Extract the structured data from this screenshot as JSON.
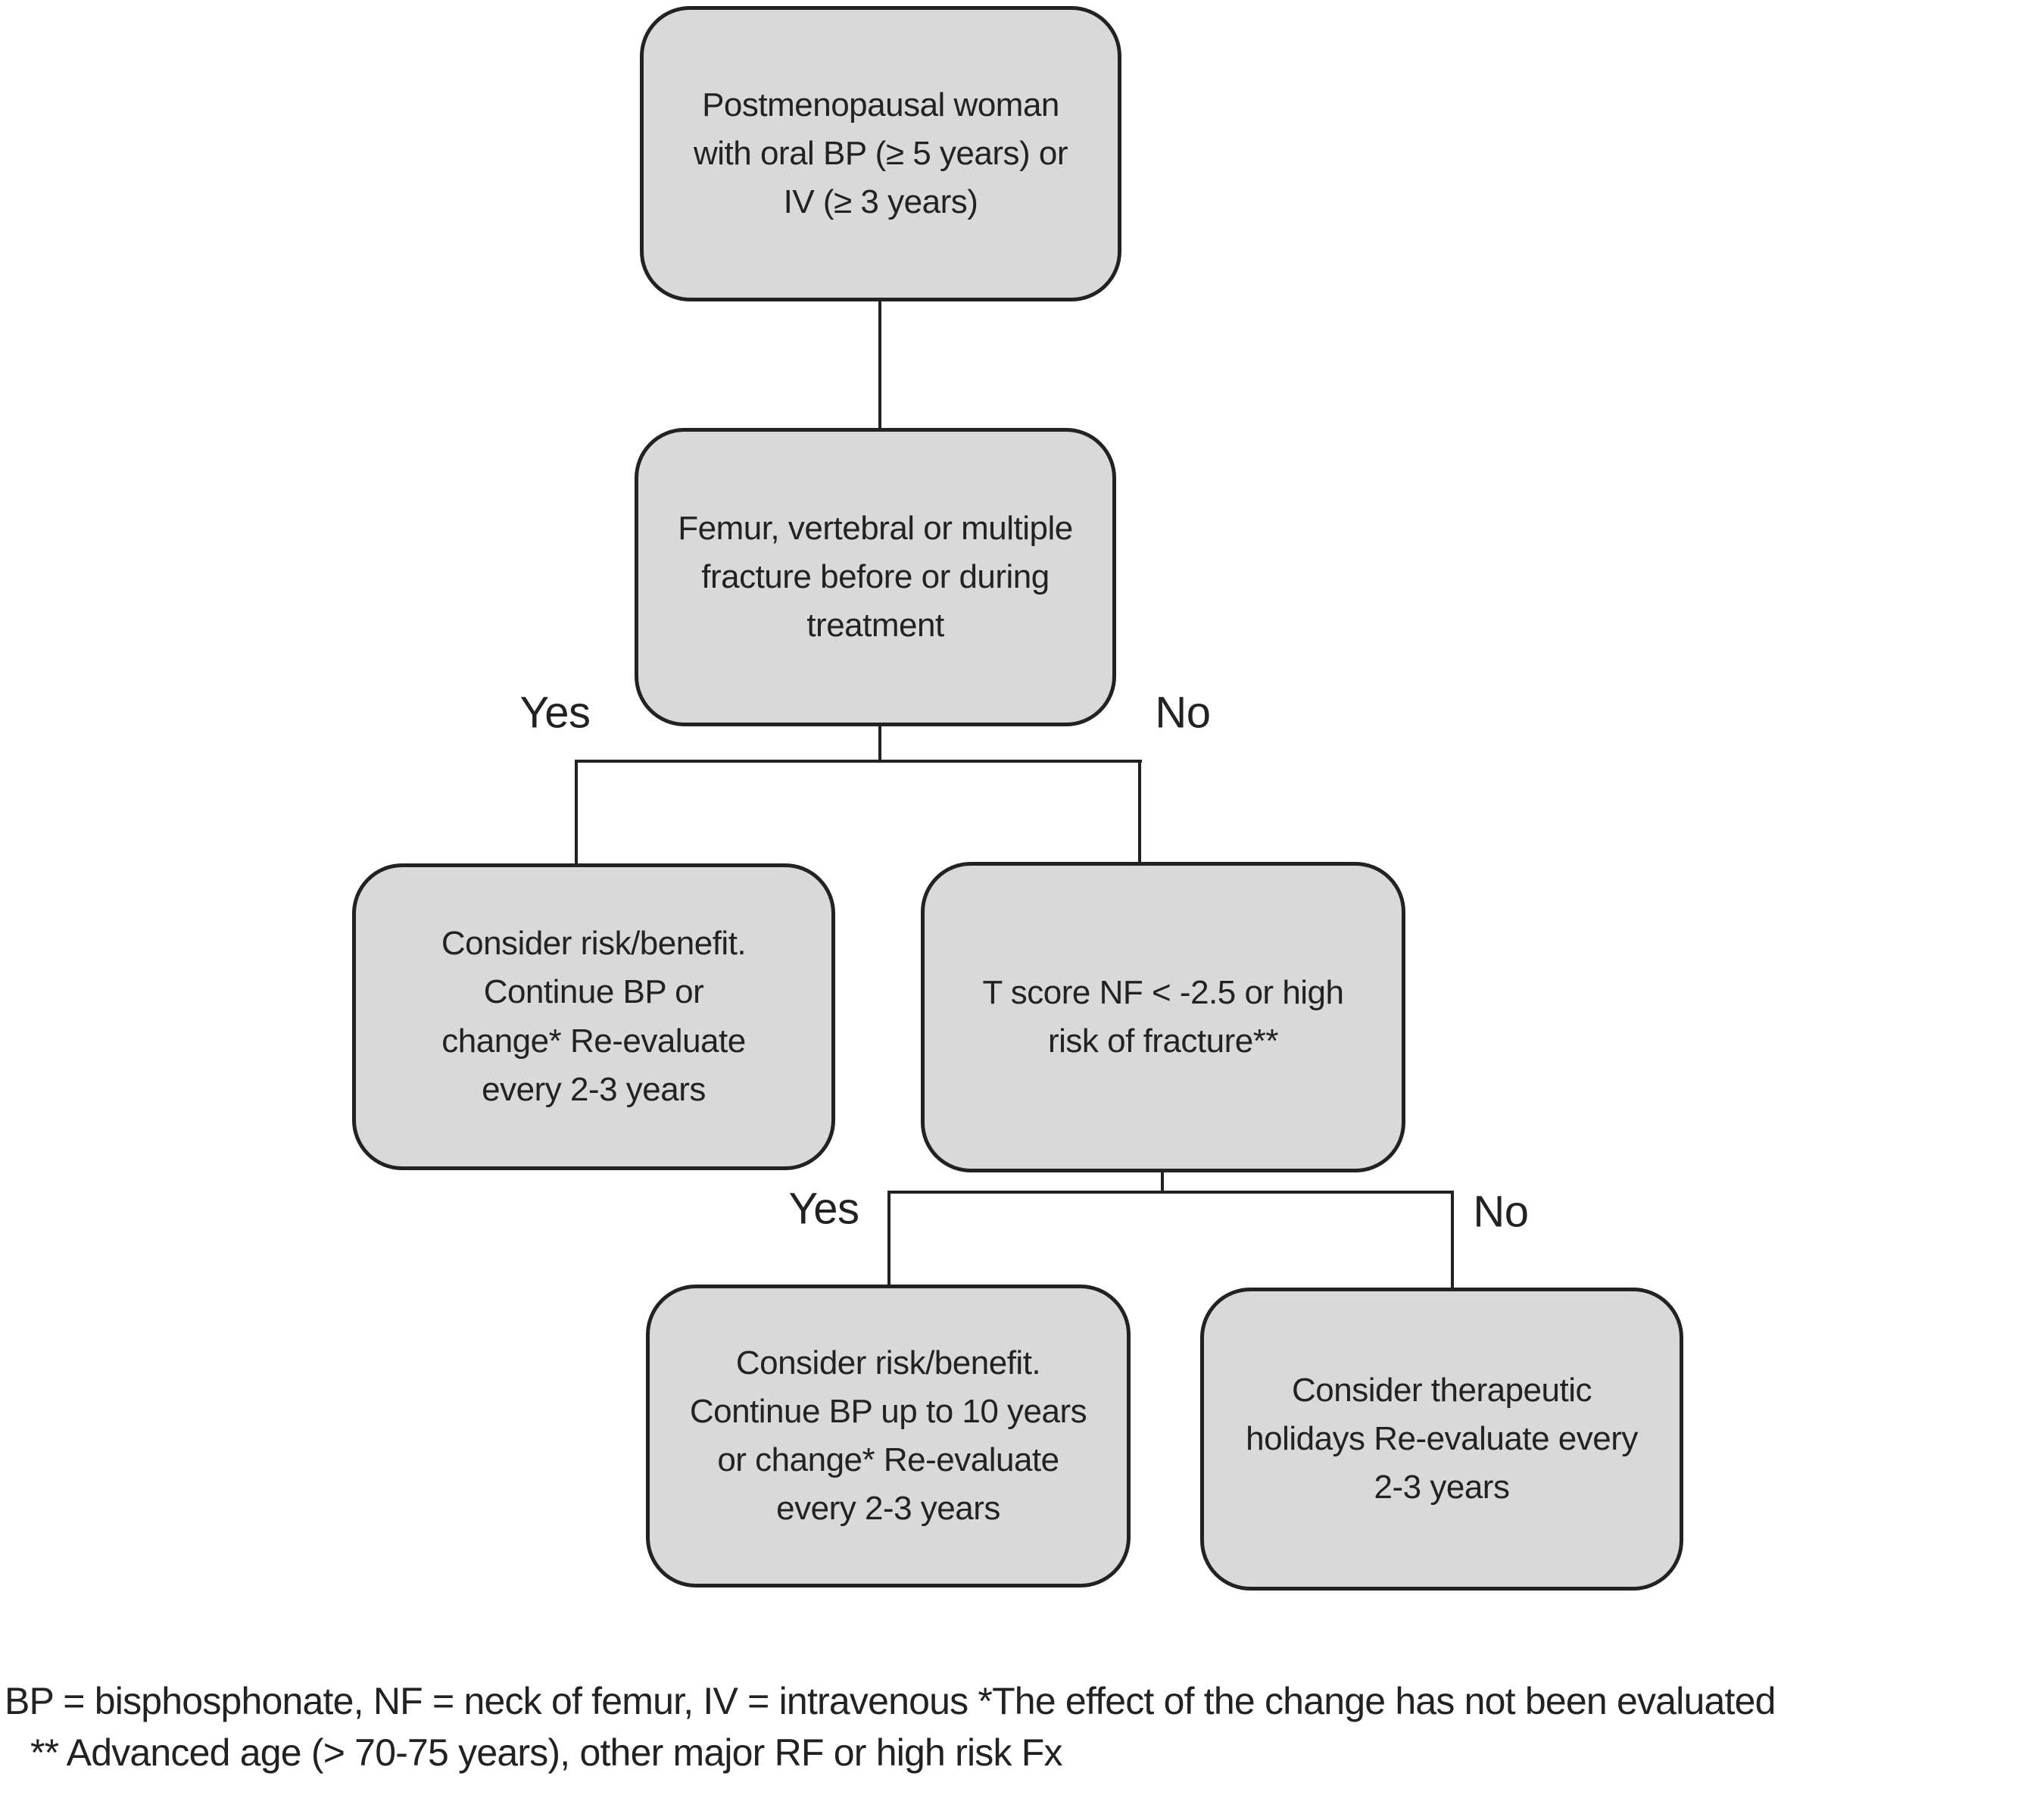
{
  "diagram": {
    "type": "flowchart",
    "colors": {
      "background": "#ffffff",
      "node_fill": "#d9d9da",
      "node_border": "#232124",
      "text": "#232124",
      "connector": "#232124"
    },
    "nodes": {
      "start": {
        "lines": [
          "Postmenopausal woman",
          "with oral BP (≥ 5 years) or",
          "IV (≥ 3 years)"
        ]
      },
      "fracture_question": {
        "lines": [
          "Femur, vertebral or multiple",
          "fracture before or during",
          "treatment"
        ]
      },
      "continue_bp": {
        "lines": [
          "Consider risk/benefit.",
          "Continue BP or",
          "change* Re-evaluate",
          "every 2-3 years"
        ]
      },
      "tscore_question": {
        "lines": [
          "T score NF < -2.5 or high",
          "risk of fracture**"
        ]
      },
      "continue_bp_10_years": {
        "lines": [
          "Consider risk/benefit.",
          "Continue BP up to 10 years",
          "or change* Re-evaluate",
          "every 2-3 years"
        ]
      },
      "therapeutic_holidays": {
        "lines": [
          "Consider therapeutic",
          "holidays Re-evaluate every",
          "2-3 years"
        ]
      }
    },
    "branch_labels": {
      "fracture_yes": "Yes",
      "fracture_no": "No",
      "tscore_yes": "Yes",
      "tscore_no": "No"
    },
    "footnotes": {
      "line1": "BP = bisphosphonate, NF = neck of femur, IV = intravenous *The effect of the change has not been evaluated",
      "line2": "** Advanced age (> 70-75 years), other major RF or high risk Fx"
    }
  }
}
